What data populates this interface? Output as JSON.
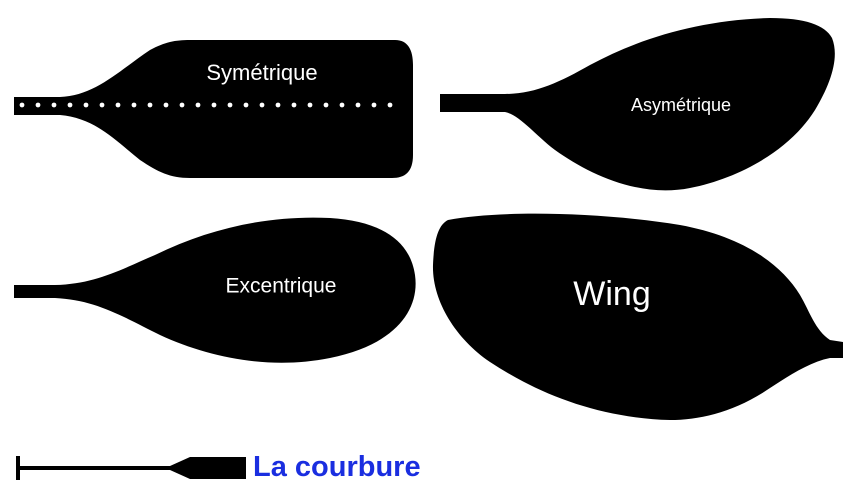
{
  "labels": {
    "symmetric": "Symétrique",
    "asymmetric": "Asymétrique",
    "eccentric": "Excentrique",
    "wing": "Wing",
    "curvature": "La courbure"
  },
  "colors": {
    "blade": "#000000",
    "blade_text": "#ffffff",
    "caption": "#1a2ee0",
    "background": "#ffffff"
  }
}
